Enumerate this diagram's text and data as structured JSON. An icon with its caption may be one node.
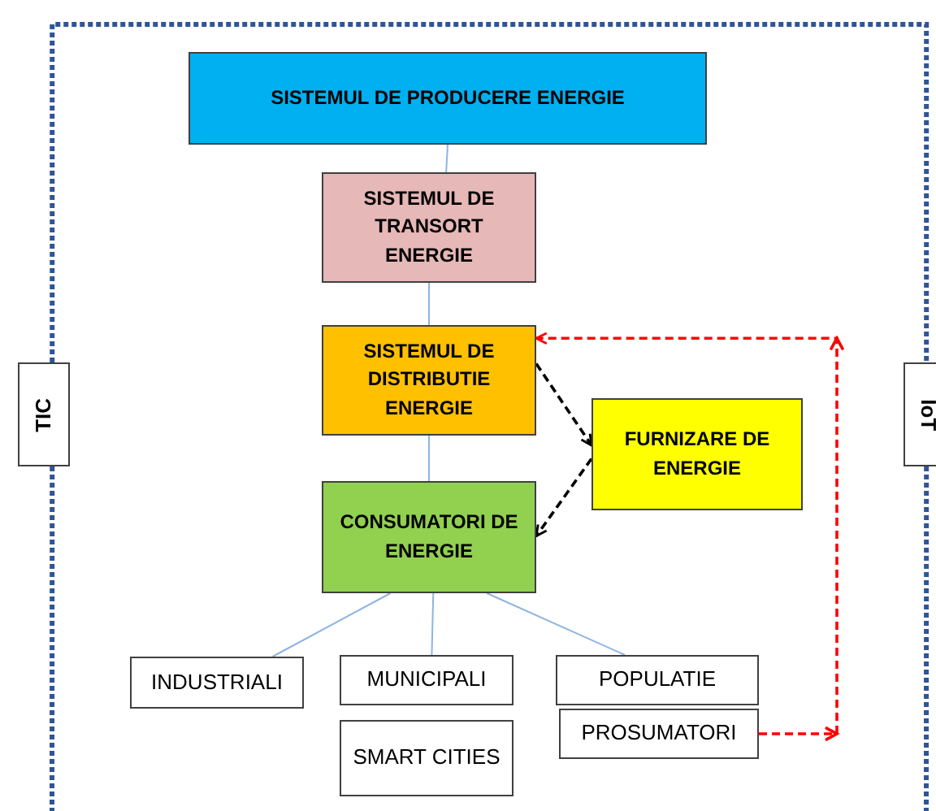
{
  "diagram": {
    "nodes": [
      {
        "text": [
          "SISTEMUL DE PRODUCERE ENERGIE"
        ]
      },
      {
        "text": [
          "SISTEMUL DE TRANSORT ENERGIE"
        ]
      },
      {
        "text": [
          "SISTEMUL DE DISTRIBUTIE ENERGIE"
        ]
      },
      {
        "text": [
          "FURNIZARE DE ENERGIE"
        ]
      },
      {
        "text": [
          "CONSUMATORI DE ENERGIE"
        ]
      },
      {
        "text": [
          "INDUSTRIALI"
        ]
      },
      {
        "text": [
          "MUNICIPALI"
        ]
      },
      {
        "text": [
          "POPULATIE"
        ]
      },
      {
        "text": [
          "PROSUMATORI"
        ]
      },
      {
        "text": [
          "SMART CITIES"
        ]
      },
      {
        "text": [
          "TIC"
        ]
      },
      {
        "text": [
          "IoT"
        ]
      }
    ],
    "edges": [
      {
        "from": 0,
        "to": 1,
        "arrow": "none"
      },
      {
        "from": 1,
        "to": 2,
        "arrow": "none"
      },
      {
        "from": 2,
        "to": 4,
        "arrow": "none"
      },
      {
        "from": 2,
        "to": 3,
        "arrow": "to",
        "style": "dashed",
        "color": "#000000"
      },
      {
        "from": 3,
        "to": 4,
        "arrow": "to",
        "style": "dashed",
        "color": "#000000"
      },
      {
        "from": 4,
        "to": 5,
        "arrow": "none"
      },
      {
        "from": 4,
        "to": 6,
        "arrow": "none"
      },
      {
        "from": 4,
        "to": 7,
        "arrow": "none"
      },
      {
        "from": 8,
        "to": 2,
        "arrow": "to",
        "style": "dashed",
        "color": "#ff0000"
      },
      {
        "from": 10,
        "to": 11,
        "arrow": "none",
        "style": "dashed",
        "color": "#2f5597"
      },
      {
        "from": 10,
        "to": null,
        "arrow": "none",
        "style": "dashed",
        "color": "#2f5597"
      },
      {
        "from": 11,
        "to": null,
        "arrow": "none",
        "style": "dashed",
        "color": "#2f5597"
      }
    ]
  }
}
